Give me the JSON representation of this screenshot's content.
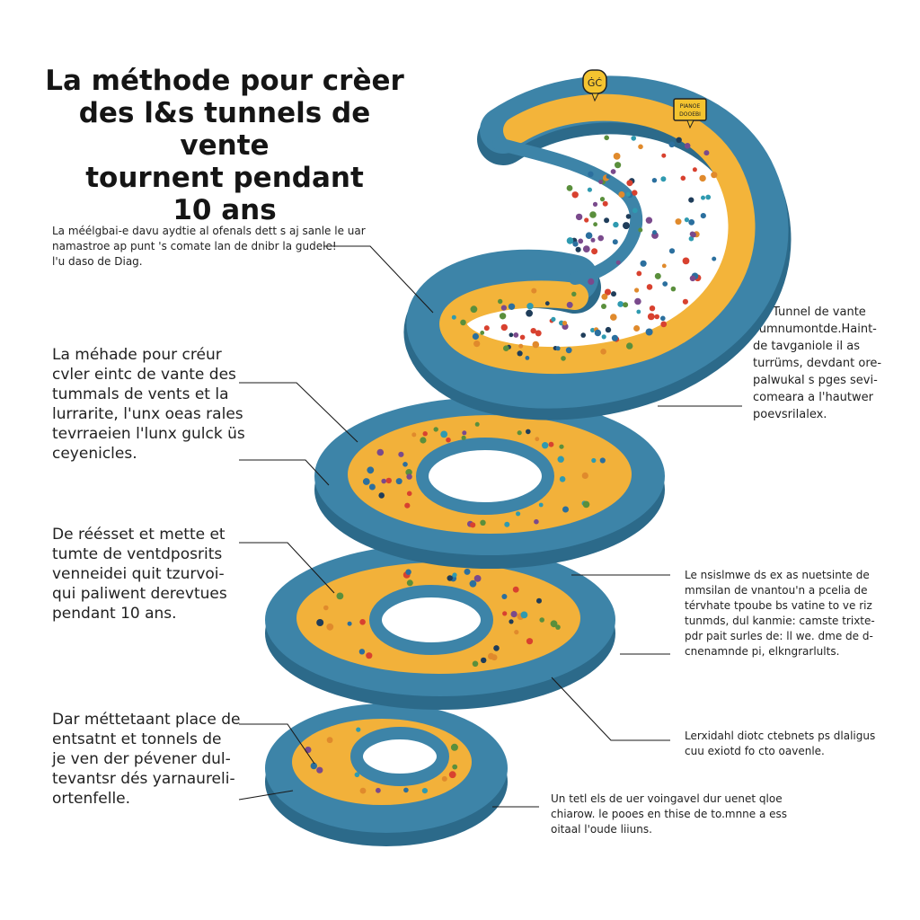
{
  "title": {
    "line1": "La méthode pour crèer",
    "line2": "des l&s tunnels de vente",
    "line3": "tournent pendant",
    "line4": "10 ans"
  },
  "left_notes": [
    {
      "lines": [
        "La méélgbai-e davu aydtie al ofenals dett s aj sanle le uar",
        "namastroe ap punt 's comate lan de dnibr la gudele!",
        "l'u daso de Diag."
      ]
    },
    {
      "lines": [
        "La méhade pour créur",
        "cvler eintc  de  vante des",
        "tummals de vents et la",
        "lurrarite, l'unx oeas rales",
        "tevrraeien l'lunx gulck üs",
        "ceyenicles."
      ]
    },
    {
      "lines": [
        "De réésset et mette et",
        "tumte de ventdposrits",
        "venneidei quit tzurvoi-",
        "qui paliwent derevtues",
        "pendant 10 ans."
      ]
    },
    {
      "lines": [
        "Dar méttetaant place de",
        "entsatnt et tonnels de",
        "je ven der pévener dul-",
        "tevantsr dés yarnaureli-",
        "ortenfelle."
      ]
    }
  ],
  "right_notes": [
    {
      "lines": [
        "Tunnel de vante",
        "sumnumontde.Haint-",
        "de tavganiole il as",
        "turrüms, devdant ore-",
        "palwukal s pges sevi-",
        "comeara a l'hautwer",
        "poevsrilalex."
      ]
    },
    {
      "lines": [
        "Le nsislmwe ds ex as nuetsinte de",
        "mmsilan de vnantou'n a pcelia de",
        "térvhate tpoube bs vatine to ve riz",
        "tunmds, dul kanmie: camste trixte-",
        "pdr pait surles de: ll we. dme de d-",
        "cnenamnde pi, elkngrarlults."
      ]
    },
    {
      "lines": [
        "Lerxidahl diotc ctebnets ps dlaligus",
        "cuu exiotd fo cto oavenle."
      ]
    },
    {
      "lines": [
        "Un tetl els de uer voingavel dur uenet qloe",
        "chiarow. le pooes en thise de to.mnne a ess",
        "oitaal l'oude liiuns."
      ]
    }
  ],
  "signs": {
    "sign1": "ĠĆ",
    "sign2_line1": "PIANOE",
    "sign2_line2": "DOOEBI"
  },
  "colors": {
    "tube": "#3d84a8",
    "tube_shadow": "#2c6a8a",
    "floor": "#f2b13a",
    "sign": "#f4c430"
  }
}
